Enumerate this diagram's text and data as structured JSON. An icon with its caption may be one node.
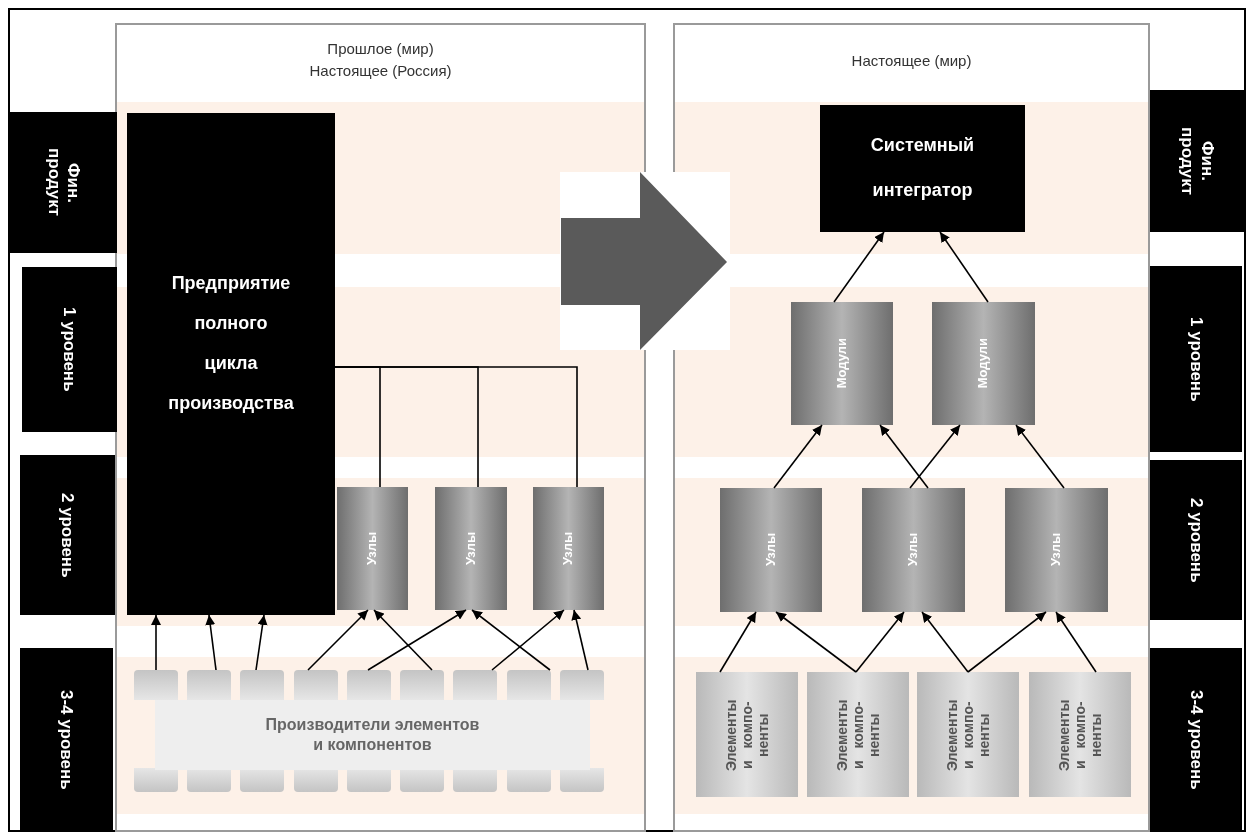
{
  "diagram": {
    "nodes": [
      {
        "text": [
          "Прошлое (мир)",
          "Настоящее (Россия)"
        ]
      },
      {
        "text": [
          "Фин. продукт"
        ]
      },
      {
        "text": [
          "1 уровень"
        ]
      },
      {
        "text": [
          "2 уровень"
        ]
      },
      {
        "text": [
          "3-4 уровень"
        ]
      },
      {
        "text": [
          "Предприятие полного цикла производства"
        ],
        "in": 0
      },
      {
        "text": [
          "Узлы"
        ],
        "in": 0
      },
      {
        "text": [
          "Узлы"
        ],
        "in": 0
      },
      {
        "text": [
          "Узлы"
        ],
        "in": 0
      },
      {
        "text": [],
        "shape": "bar",
        "in": 0
      },
      {
        "text": [],
        "shape": "bar",
        "in": 0
      },
      {
        "text": [],
        "shape": "bar",
        "in": 0
      },
      {
        "text": [],
        "shape": "bar",
        "in": 0
      },
      {
        "text": [],
        "shape": "bar",
        "in": 0
      },
      {
        "text": [],
        "shape": "bar",
        "in": 0
      },
      {
        "text": [],
        "shape": "bar",
        "in": 0
      },
      {
        "text": [],
        "shape": "bar",
        "in": 0
      },
      {
        "text": [],
        "shape": "bar",
        "in": 0
      },
      {
        "text": [
          "Производители элементов и компонентов"
        ],
        "in": 0
      },
      {
        "text": [
          "Настоящее (мир)"
        ]
      },
      {
        "text": [
          "Системный интегратор"
        ],
        "in": 19
      },
      {
        "text": [
          "Модули"
        ],
        "in": 19
      },
      {
        "text": [
          "Модули"
        ],
        "in": 19
      },
      {
        "text": [
          "Узлы"
        ],
        "in": 19
      },
      {
        "text": [
          "Узлы"
        ],
        "in": 19
      },
      {
        "text": [
          "Узлы"
        ],
        "in": 19
      },
      {
        "text": [
          "Элементы и компо- ненты"
        ],
        "in": 19
      },
      {
        "text": [
          "Элементы и компо- ненты"
        ],
        "in": 19
      },
      {
        "text": [
          "Элементы и компо- ненты"
        ],
        "in": 19
      },
      {
        "text": [
          "Элементы и компо- ненты"
        ],
        "in": 19
      },
      {
        "text": [
          "Фин. продукт"
        ]
      },
      {
        "text": [
          "1 уровень"
        ]
      },
      {
        "text": [
          "2 уровень"
        ]
      },
      {
        "text": [
          "3-4 уровень"
        ]
      }
    ],
    "edges": [
      {
        "from": 0,
        "to": 19,
        "arrow": "to",
        "style": "thick",
        "color": "#5a5a5a"
      },
      {
        "from": 5,
        "to": 6,
        "arrow": "none"
      },
      {
        "from": 5,
        "to": 7,
        "arrow": "none"
      },
      {
        "from": 5,
        "to": 8,
        "arrow": "none"
      },
      {
        "from": 9,
        "to": 5,
        "arrow": "to"
      },
      {
        "from": 10,
        "to": 5,
        "arrow": "to"
      },
      {
        "from": 11,
        "to": 5,
        "arrow": "to"
      },
      {
        "from": 12,
        "to": 6,
        "arrow": "to"
      },
      {
        "from": 13,
        "to": 7,
        "arrow": "to"
      },
      {
        "from": 14,
        "to": 6,
        "arrow": "to"
      },
      {
        "from": 15,
        "to": 8,
        "arrow": "to"
      },
      {
        "from": 16,
        "to": 7,
        "arrow": "to"
      },
      {
        "from": 17,
        "to": 8,
        "arrow": "to"
      },
      {
        "from": 21,
        "to": 20,
        "arrow": "to"
      },
      {
        "from": 22,
        "to": 20,
        "arrow": "to"
      },
      {
        "from": 23,
        "to": 21,
        "arrow": "to"
      },
      {
        "from": 24,
        "to": 21,
        "arrow": "to"
      },
      {
        "from": 24,
        "to": 22,
        "arrow": "to"
      },
      {
        "from": 25,
        "to": 22,
        "arrow": "to"
      },
      {
        "from": 26,
        "to": 23,
        "arrow": "to"
      },
      {
        "from": 27,
        "to": 23,
        "arrow": "to"
      },
      {
        "from": 27,
        "to": 24,
        "arrow": "to"
      },
      {
        "from": 28,
        "to": 24,
        "arrow": "to"
      },
      {
        "from": 28,
        "to": 25,
        "arrow": "to"
      },
      {
        "from": 29,
        "to": 25,
        "arrow": "to"
      }
    ]
  }
}
